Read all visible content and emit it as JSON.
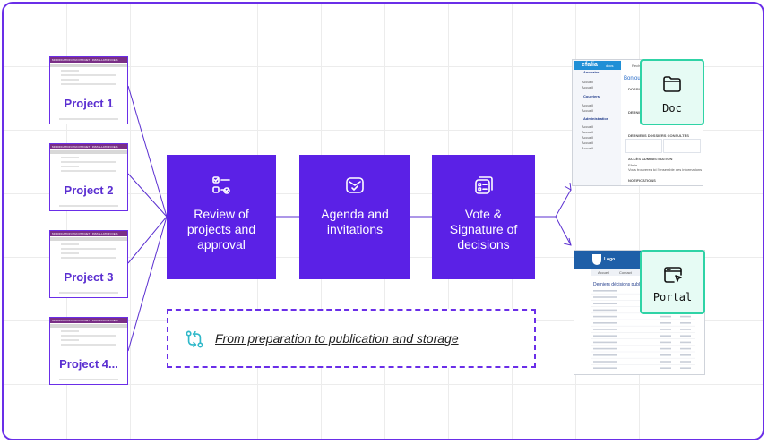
{
  "projects": [
    {
      "label": "Project 1",
      "header": "MODIFICATION D'UN PROJET - INSTALLATION DE S"
    },
    {
      "label": "Project 2",
      "header": "MODIFICATION D'UN PROJET - INSTALLATION DE S"
    },
    {
      "label": "Project 3",
      "header": "MODIFICATION D'UN PROJET - INSTALLATION DE S"
    },
    {
      "label": "Project 4...",
      "header": "MODIFICATION D'UN PROJET - INSTALLATION DE S"
    }
  ],
  "stages": [
    {
      "label": "Review of\nprojects and\napproval",
      "icon": "checklist-icon"
    },
    {
      "label": "Agenda and\ninvitations",
      "icon": "mail-check-icon"
    },
    {
      "label": "Vote &\nSignature of\ndecisions",
      "icon": "signed-document-icon"
    }
  ],
  "banner": {
    "text": "From preparation to publication and storage",
    "icon": "git-compare-icon"
  },
  "outputs": {
    "doc": {
      "label": "Doc",
      "icon": "folder-icon",
      "app_name": "efalia",
      "app_suffix": "docs",
      "greeting": "Bonjour",
      "search_hint": "Rech",
      "menu": [
        "Annuaire",
        "Courriers",
        "Administration"
      ],
      "sub_items": [
        "Accueil",
        "Accueil",
        "Accueil",
        "Accueil",
        "Accueil",
        "Accueil",
        "Accueil",
        "Accueil",
        "Accueil"
      ],
      "sections": [
        "DOSSIER",
        "DERNIER",
        "DERNIERS DOSSIERS CONSULTÉS",
        "ACCÈS ADMINISTRATION",
        "NOTIFICATIONS"
      ],
      "admin_title": "Efalia",
      "admin_text": "Vous trouverez ici l'ensemble des informations"
    },
    "portal": {
      "label": "Portal",
      "icon": "cursor-window-icon",
      "logo_text": "Logo",
      "tabs": [
        "Accueil",
        "Contact"
      ],
      "title": "Derniers décisions publiées",
      "rows": 13
    }
  },
  "colors": {
    "purple": "#5b21e6",
    "frame": "#6a2ee8",
    "mint": "#2fd3a6",
    "mint_bg": "#e6fbf4"
  }
}
